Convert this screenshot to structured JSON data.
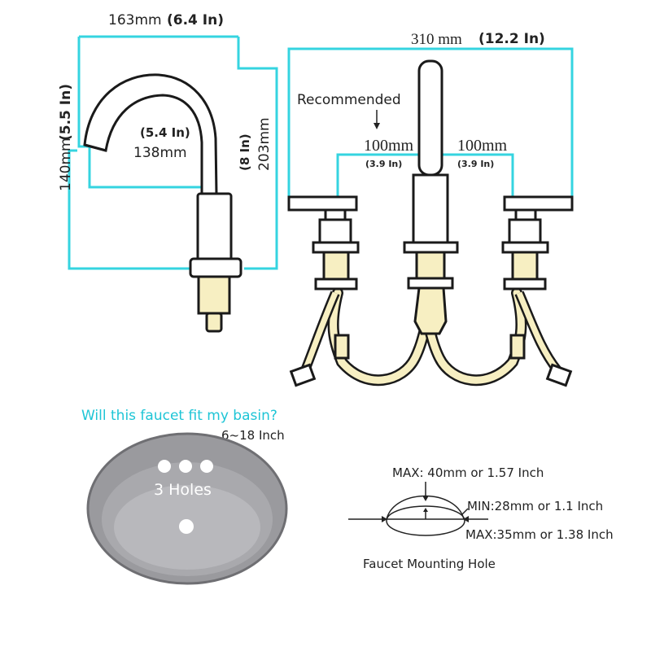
{
  "colors": {
    "dim_line": "#35d4e0",
    "outline": "#1a1a1a",
    "hose": "#f7efc2",
    "question": "#1ec5d6",
    "basin": "#8e8e92"
  },
  "side_view": {
    "width_mm": "163mm",
    "width_in": "(6.4 In)",
    "height_mm": "140mm",
    "height_in": "(5.5 In)",
    "reach_in": "(5.4 In)",
    "reach_mm": "138mm",
    "total_in": "(8 In)",
    "total_mm": "203mm"
  },
  "front_view": {
    "span_mm": "310 mm",
    "span_in": "(12.2 In)",
    "recommended": "Recommended",
    "left_spacing_mm": "100mm",
    "left_spacing_in": "(3.9 In)",
    "right_spacing_mm": "100mm",
    "right_spacing_in": "(3.9 In)"
  },
  "basin": {
    "question": "Will this faucet fit my basin?",
    "spacing": "6~18 Inch",
    "holes_label": "3 Holes"
  },
  "mounting_hole": {
    "max_top": "MAX: 40mm or 1.57 Inch",
    "min": "MIN:28mm or 1.1 Inch",
    "max_bottom": "MAX:35mm or 1.38 Inch",
    "caption": "Faucet Mounting Hole"
  }
}
